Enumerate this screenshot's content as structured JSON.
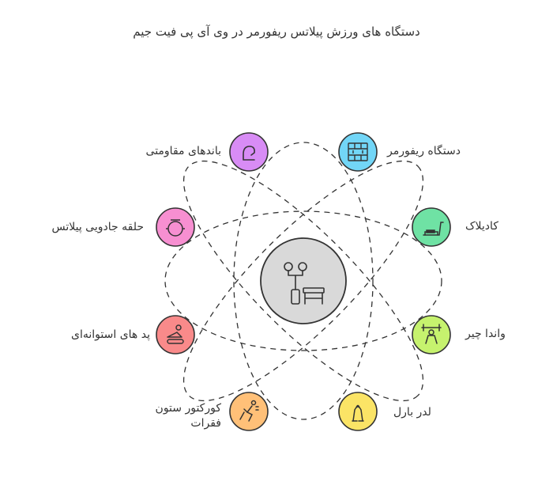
{
  "title": "دستگاه های ورزش پیلاتس ریفورمر در وی آی پی فیت جیم",
  "center": {
    "icon": "fitness-equipment-icon",
    "fill": "#d9d9d9"
  },
  "nodes": [
    {
      "key": "reformer",
      "label": "دستگاه ریفورمر",
      "icon": "reformer-machine-icon",
      "fill": "#72d6f7"
    },
    {
      "key": "cadillac",
      "label": "کادیلاک",
      "icon": "treadmill-icon",
      "fill": "#6fe2a4"
    },
    {
      "key": "wunda",
      "label": "واندا چیر",
      "icon": "weightlifting-icon",
      "fill": "#c6f26e"
    },
    {
      "key": "ladder",
      "label": "لدر بارل",
      "icon": "hand-gripper-icon",
      "fill": "#fbe466"
    },
    {
      "key": "corrector",
      "label": "کورکتور ستون فقرات",
      "label_lines": [
        "کورکتور ستون",
        "فقرات"
      ],
      "icon": "stretching-icon",
      "fill": "#ffc078"
    },
    {
      "key": "foam",
      "label": "پد های استوانه‌ای",
      "icon": "foam-roller-icon",
      "fill": "#f98a8a"
    },
    {
      "key": "ring",
      "label": "حلقه جادویی پیلاتس",
      "icon": "pilates-ring-icon",
      "fill": "#f78fd1"
    },
    {
      "key": "bands",
      "label": "باندهای مقاومتی",
      "icon": "resistance-band-icon",
      "fill": "#d88cf5"
    }
  ]
}
